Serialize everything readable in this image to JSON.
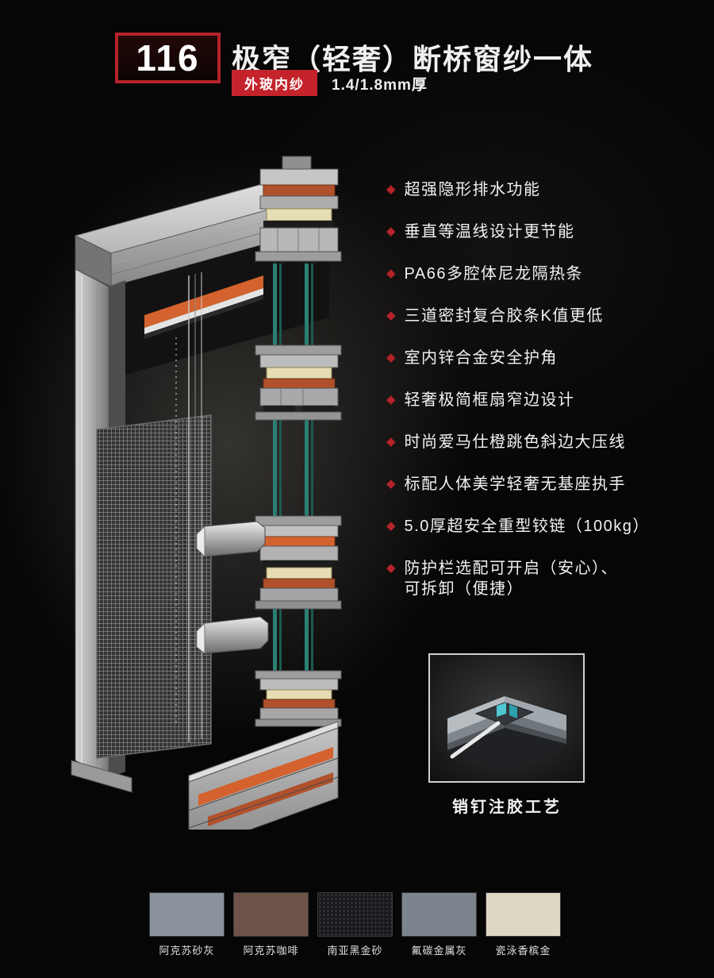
{
  "header": {
    "model_number": "116",
    "title": "极窄（轻奢）断桥窗纱一体",
    "glazing_badge": "外玻内纱",
    "thickness": "1.4/1.8mm厚"
  },
  "features": {
    "bullet": "◆",
    "items": [
      "超强隐形排水功能",
      "垂直等温线设计更节能",
      "PA66多腔体尼龙隔热条",
      "三道密封复合胶条K值更低",
      "室内锌合金安全护角",
      "轻奢极简框扇窄边设计",
      "时尚爱马仕橙跳色斜边大压线",
      "标配人体美学轻奢无基座执手",
      "5.0厚超安全重型铰链（100kg）",
      "防护栏选配可开启（安心）、\n可拆卸（便捷）"
    ]
  },
  "detail": {
    "caption": "销钉注胶工艺"
  },
  "swatches": {
    "items": [
      {
        "label": "阿克苏砂灰",
        "color": "#8b939d"
      },
      {
        "label": "阿克苏咖啡",
        "color": "#6e5348"
      },
      {
        "label": "南亚黑金砂",
        "color": "#1a1b1f"
      },
      {
        "label": "氟碳金属灰",
        "color": "#7c848d"
      },
      {
        "label": "瓷泳香槟金",
        "color": "#ded7c3"
      }
    ]
  },
  "colors": {
    "accent_red": "#b5232a",
    "badge_red": "#c4232b",
    "profile_orange": "#d4622f",
    "thermal_break_orange": "#b0512c",
    "glass_teal": "#2c8073",
    "foam_cream": "#e6ddb4"
  }
}
